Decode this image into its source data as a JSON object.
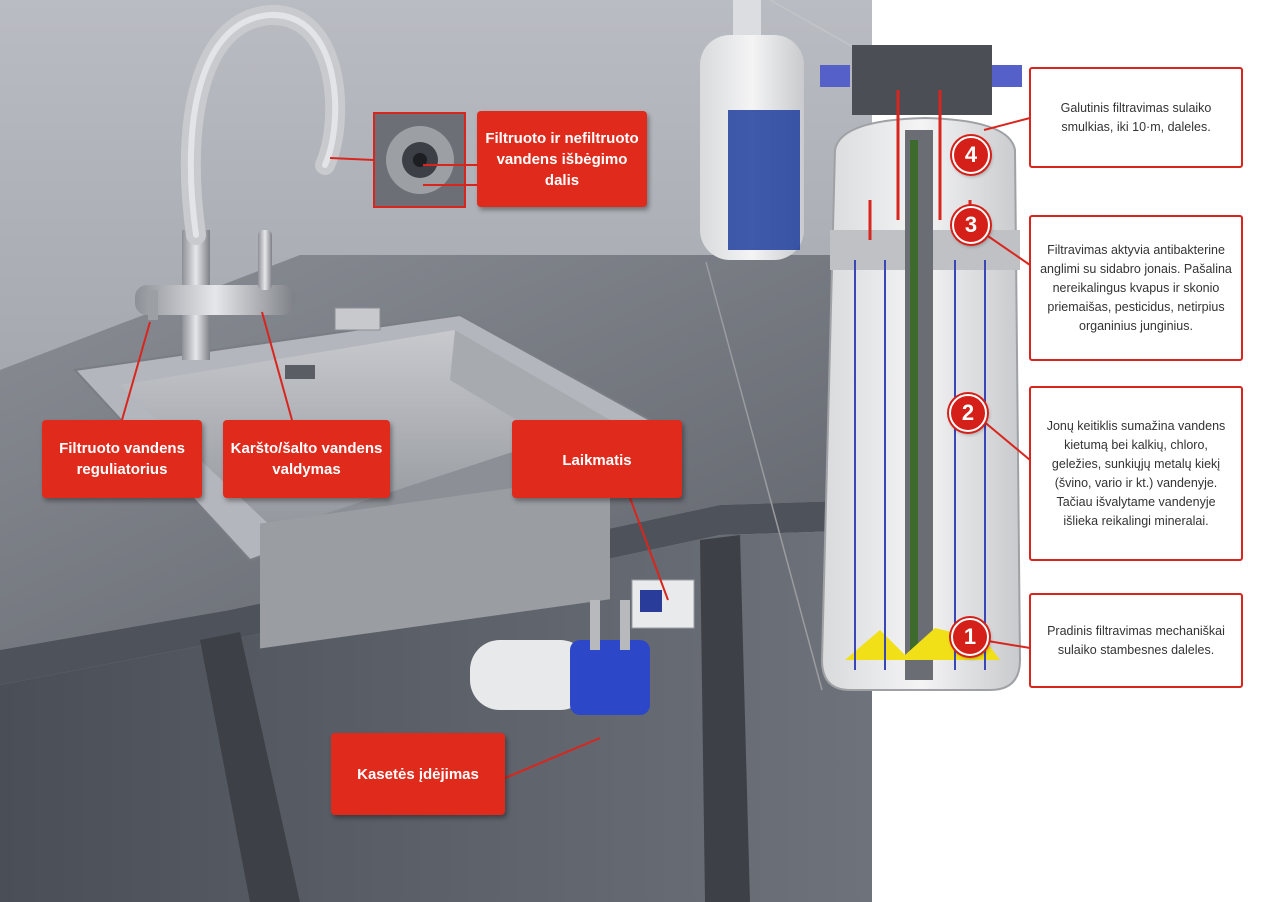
{
  "labels": {
    "outlet": "Filtruoto  ir nefiltruoto vandens išbėgimo dalis",
    "regulator": "Filtruoto vandens reguliatorius",
    "hot_cold": "Karšto/šalto vandens valdymas",
    "timer": "Laikmatis",
    "cartridge": "Kasetės įdėjimas"
  },
  "stages": [
    {
      "number": "4",
      "text": "Galutinis filtravimas sulaiko smulkias, iki 10·m, daleles."
    },
    {
      "number": "3",
      "text": "Filtravimas aktyvia antibakterine anglimi su sidabro jonais. Pašalina nereikalingus kvapus ir skonio priemaišas, pesticidus, netirpius organinius junginius."
    },
    {
      "number": "2",
      "text": "Jonų keitiklis sumažina vandens kietumą bei kalkių, chloro, geležies, sunkiųjų metalų kiekį (švino, vario ir kt.) vandenyje. Tačiau išvalytame vandenyje išlieka  reikalingi mineralai."
    },
    {
      "number": "1",
      "text": "Pradinis filtravimas mechaniškai sulaiko stambesnes  daleles."
    }
  ],
  "colors": {
    "accent_red": "#e02a1c",
    "badge_red": "#d42018",
    "kitchen_wall": "#8f9299",
    "counter": "#6f737b"
  }
}
